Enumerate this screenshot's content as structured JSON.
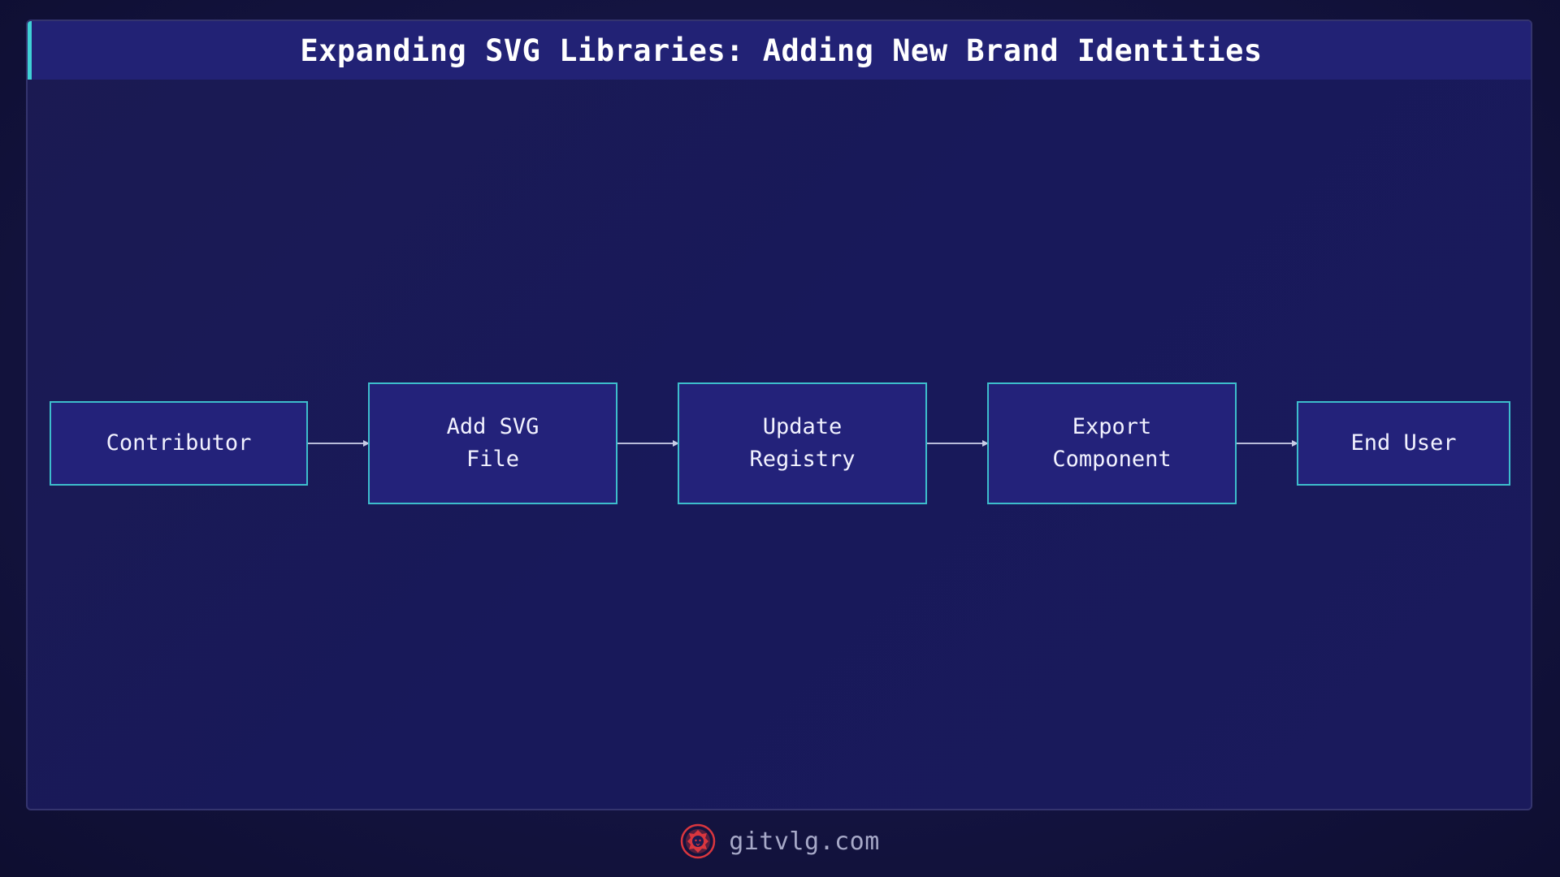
{
  "title": "Expanding SVG Libraries: Adding New Brand Identities",
  "flow": {
    "nodes": [
      {
        "id": "contributor",
        "label": "Contributor"
      },
      {
        "id": "add-svg-file",
        "label": "Add SVG\nFile"
      },
      {
        "id": "update-registry",
        "label": "Update\nRegistry"
      },
      {
        "id": "export-component",
        "label": "Export\nComponent"
      },
      {
        "id": "end-user",
        "label": "End User"
      }
    ],
    "edges": [
      {
        "from": "contributor",
        "to": "add-svg-file"
      },
      {
        "from": "add-svg-file",
        "to": "update-registry"
      },
      {
        "from": "update-registry",
        "to": "export-component"
      },
      {
        "from": "export-component",
        "to": "end-user"
      }
    ]
  },
  "footer": {
    "site": "gitvlg.com",
    "logo_icon": "lion-logo-icon"
  },
  "colors": {
    "accent": "#3fd1d6",
    "node_border": "#3dbdcc",
    "node_fill": "#23227a",
    "logo": "#d9363e"
  }
}
